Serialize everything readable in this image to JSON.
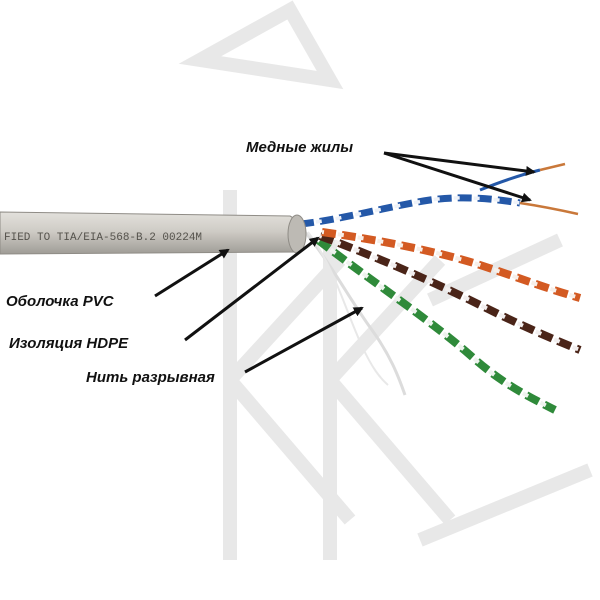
{
  "callouts": {
    "copper_cores": "Медные жилы",
    "pvc_sheath": "Оболочка PVC",
    "hdpe_insulation": "Изоляция HDPE",
    "rip_cord": "Нить разрывная"
  },
  "cable": {
    "jacket_print": "FIED TO TIA/EIA-568-B.2  00224M"
  },
  "watermark": {
    "text": "КК"
  },
  "colors": {
    "jacket": "#c9c6c0",
    "blue_pair": "#2458a8",
    "orange_pair": "#d35a22",
    "brown_pair": "#4a2418",
    "green_pair": "#2f8a3a",
    "copper": "#c9783a",
    "arrow": "#111111",
    "watermark": "#e4e4e4"
  }
}
